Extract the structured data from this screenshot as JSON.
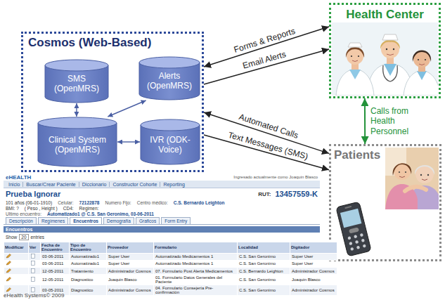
{
  "diagram": {
    "nodes": [
      {
        "text": [
          "Cosmos (Web-Based)"
        ]
      },
      {
        "text": [
          "SMS (OpenMRS)"
        ],
        "in": 0
      },
      {
        "text": [
          "Alerts (OpenMRS)"
        ],
        "in": 0
      },
      {
        "text": [
          "Clinical System (OpenMRS)"
        ],
        "in": 0
      },
      {
        "text": [
          "IVR (ODK-Voice)"
        ],
        "in": 0
      },
      {
        "text": [
          "Health Center"
        ]
      },
      {
        "text": [
          "Patients"
        ]
      }
    ],
    "edges": [
      {
        "from": 1,
        "to": 3,
        "arrow": "both"
      },
      {
        "from": 3,
        "to": 2,
        "arrow": "both"
      },
      {
        "from": 3,
        "to": 4,
        "arrow": "both"
      },
      {
        "from": 0,
        "to": 5,
        "label": "Forms & Reports",
        "arrow": "both"
      },
      {
        "from": 0,
        "to": 5,
        "label": "Email Alerts",
        "arrow": "to"
      },
      {
        "from": 0,
        "to": 6,
        "label": "Automated Calls",
        "arrow": "both"
      },
      {
        "from": 0,
        "to": 6,
        "label": "Text Messages (SMS)",
        "arrow": "to"
      },
      {
        "from": 5,
        "to": 6,
        "label": "Calls from Health Personnel",
        "arrow": "both"
      }
    ],
    "labels": [
      "eHEALTH",
      "Ingresado actualmente como Joaquin Blasco",
      "Inicio",
      "Buscar/Crear Paciente",
      "Diccionario",
      "Constructor Cohorte",
      "Reporting",
      "Prueba Ignorar",
      "RUT:",
      "13457559-K",
      "101 años (06-01-1910)",
      "Celular:",
      "72122878",
      "Numero Fijo:",
      "Centro médico:",
      "C.S. Bernardo Leighton",
      "BMI: ?",
      "( Peso , Height )",
      "CD4:",
      "Regimen:",
      "Ultimo encuentro:",
      "Automatizado1 @ C.S. San Geronimo, 03-06-2011",
      "Descripción",
      "Regímenes",
      "Encuentros",
      "Demografía",
      "Graficos",
      "Form Entry",
      "Encuentros",
      "Show",
      "20",
      "entries",
      "Modificar",
      "Ver",
      "Fecha de Encuentro",
      "Tipo de Encuentro",
      "Proveedor",
      "Formulario",
      "Localidad",
      "Digitador",
      "03-06-2011",
      "Automatizado1",
      "Super User",
      "Automatizado Medicamentos 1",
      "C.S. San Geronimo",
      "Super User",
      "03-06-2011",
      "Automatizado1",
      "Super User",
      "Automatizado Medicamentos 1",
      "C.S. San Geronimo",
      "Super User",
      "12-05-2011",
      "Tratamiento",
      "Administrador Cosmos",
      "07. Formulario Post Alerta Medicamentos",
      "C.S. Bernardo Leighton",
      "Administrador Cosmos",
      "12-05-2011",
      "Diagnostico",
      "Joaquin Blasco",
      "01. Formulario Datos Generales del Paciente",
      "C.S. San Geronimo",
      "Joaquin Blasco",
      "03-05-2011",
      "Diagnostico",
      "Administrador Cosmos",
      "04. Formulario Consejería Pre-confirmación",
      "C.S. San Geronimo",
      "Administrador Cosmos",
      "eHealth Systems© 2009"
    ]
  }
}
